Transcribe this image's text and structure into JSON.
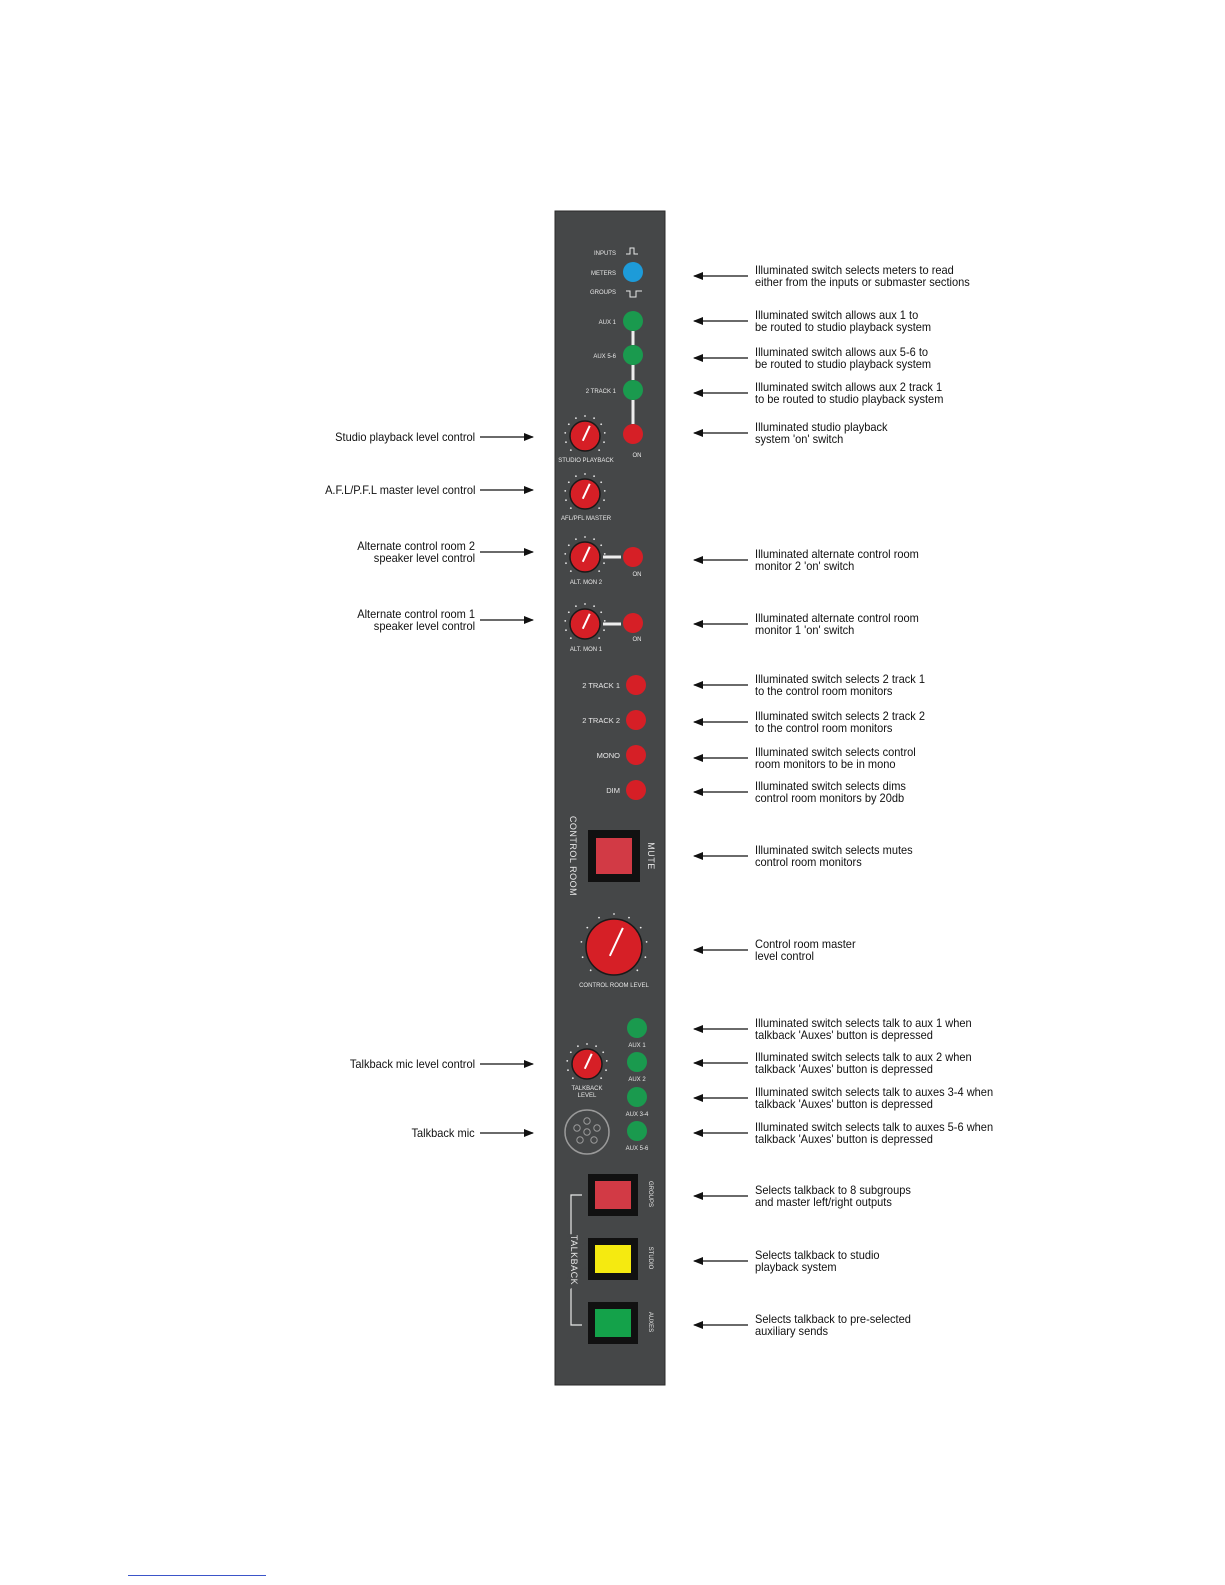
{
  "panel": {
    "colors": {
      "panel": "#454748",
      "red": "#d61f26",
      "green": "#1a9a4e",
      "blue": "#1d9bd9",
      "yellow": "#f5ea10",
      "pad_red": "#d23a45",
      "pad_green": "#14a24a"
    },
    "meters_block": {
      "inputs": "INPUTS",
      "meters": "METERS",
      "groups": "GROUPS"
    },
    "routing_buttons": [
      {
        "label": "AUX 1",
        "color": "green"
      },
      {
        "label": "AUX 5-6",
        "color": "green"
      },
      {
        "label": "2 TRACK 1",
        "color": "green"
      }
    ],
    "studio_playback": {
      "knob_label": "STUDIO PLAYBACK",
      "switch_label": "ON"
    },
    "afl_master": {
      "knob_label": "AFL/PFL MASTER"
    },
    "alt_mon_2": {
      "knob_label": "ALT. MON 2",
      "switch_label": "ON"
    },
    "alt_mon_1": {
      "knob_label": "ALT. MON 1",
      "switch_label": "ON"
    },
    "monitor_buttons": [
      {
        "label": "2 TRACK 1"
      },
      {
        "label": "2 TRACK 2"
      },
      {
        "label": "MONO"
      },
      {
        "label": "DIM"
      }
    ],
    "mute": {
      "left_vertical": "CONTROL ROOM",
      "right_vertical": "MUTE"
    },
    "cr_level": {
      "knob_label": "CONTROL ROOM LEVEL"
    },
    "talkback_level": {
      "knob_label_1": "TALKBACK",
      "knob_label_2": "LEVEL"
    },
    "talk_aux_buttons": [
      {
        "label": "AUX 1"
      },
      {
        "label": "AUX 2"
      },
      {
        "label": "AUX 3-4"
      },
      {
        "label": "AUX 5-6"
      }
    ],
    "talkback": {
      "vertical": "TALKBACK"
    },
    "talkback_pads": [
      {
        "label": "GROUPS",
        "color": "pad_red"
      },
      {
        "label": "STUDIO",
        "color": "yellow"
      },
      {
        "label": "AUXES",
        "color": "pad_green"
      }
    ]
  },
  "annotations": {
    "left": [
      "Studio playback level control",
      "A.F.L/P.F.L master level control",
      "Alternate control room 2\nspeaker level control",
      "Alternate control room 1\nspeaker level control",
      "Talkback mic level control",
      "Talkback mic"
    ],
    "right": [
      "Illuminated switch selects meters to read\neither from the inputs or submaster sections",
      "Illuminated switch allows aux 1 to\nbe routed to studio playback system",
      "Illuminated switch allows aux 5-6 to\nbe routed to studio playback system",
      "Illuminated switch allows aux 2 track 1\nto be routed to studio playback system",
      "Illuminated studio playback\nsystem 'on' switch",
      "Illuminated alternate control room\nmonitor 2 'on' switch",
      "Illuminated alternate control room\nmonitor 1 'on' switch",
      "Illuminated switch selects 2 track 1\nto the control room monitors",
      "Illuminated switch selects 2 track 2\nto the control room monitors",
      "Illuminated switch selects control\nroom monitors to be in mono",
      "Illuminated switch selects dims\ncontrol room monitors by 20db",
      "Illuminated switch selects mutes\ncontrol room monitors",
      "Control room master\nlevel control",
      "Illuminated switch selects talk to aux 1 when\ntalkback 'Auxes' button is depressed",
      "Illuminated switch selects talk to aux 2 when\ntalkback 'Auxes' button is depressed",
      "Illuminated switch selects talk to auxes 3-4 when\ntalkback 'Auxes' button is depressed",
      "Illuminated switch selects talk to auxes 5-6 when\ntalkback 'Auxes' button is depressed",
      "Selects talkback to 8 subgroups\nand master left/right outputs",
      "Selects talkback to studio\nplayback system",
      "Selects talkback to pre-selected\nauxiliary sends"
    ]
  }
}
